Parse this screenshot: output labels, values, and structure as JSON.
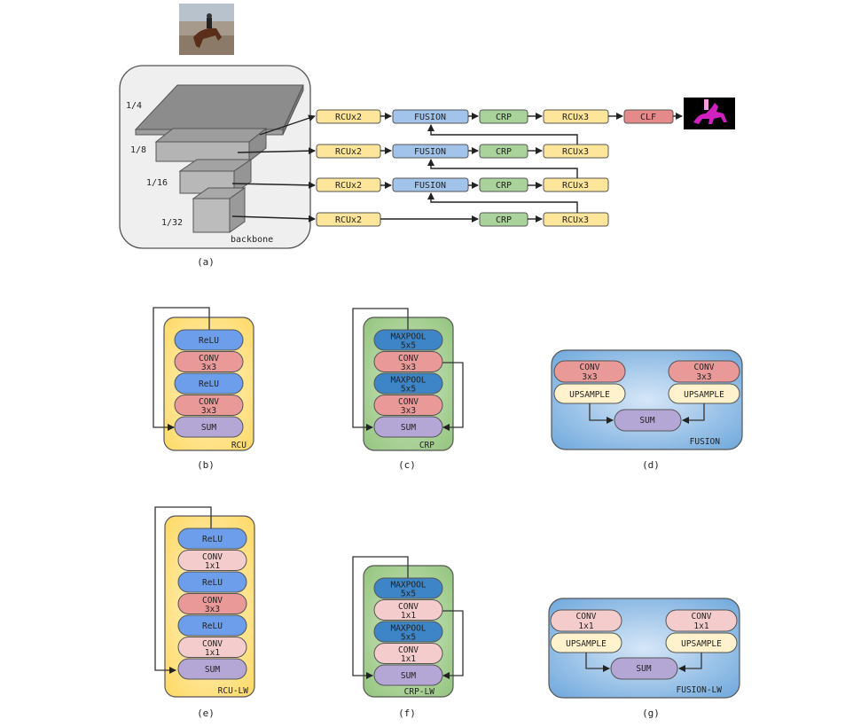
{
  "panel_a": {
    "scales": [
      "1/4",
      "1/8",
      "1/16",
      "1/32"
    ],
    "backbone_label": "backbone",
    "rows": [
      [
        "RCUx2",
        "FUSION",
        "CRP",
        "RCUx3",
        "CLF"
      ],
      [
        "RCUx2",
        "FUSION",
        "CRP",
        "RCUx3"
      ],
      [
        "RCUx2",
        "FUSION",
        "CRP",
        "RCUx3"
      ],
      [
        "RCUx2",
        "CRP",
        "RCUx3"
      ]
    ],
    "caption": "(a)"
  },
  "panel_b": {
    "blocks": [
      {
        "lines": [
          "ReLU"
        ],
        "kind": "relu"
      },
      {
        "lines": [
          "CONV",
          "3x3"
        ],
        "kind": "conv"
      },
      {
        "lines": [
          "ReLU"
        ],
        "kind": "relu"
      },
      {
        "lines": [
          "CONV",
          "3x3"
        ],
        "kind": "conv"
      },
      {
        "lines": [
          "SUM"
        ],
        "kind": "sum"
      }
    ],
    "label": "RCU",
    "caption": "(b)"
  },
  "panel_c": {
    "blocks": [
      {
        "lines": [
          "MAXPOOL",
          "5x5"
        ],
        "kind": "maxpool"
      },
      {
        "lines": [
          "CONV",
          "3x3"
        ],
        "kind": "conv"
      },
      {
        "lines": [
          "MAXPOOL",
          "5x5"
        ],
        "kind": "maxpool"
      },
      {
        "lines": [
          "CONV",
          "3x3"
        ],
        "kind": "conv"
      },
      {
        "lines": [
          "SUM"
        ],
        "kind": "sum"
      }
    ],
    "label": "CRP",
    "caption": "(c)"
  },
  "panel_d": {
    "conv_left": [
      "CONV",
      "3x3"
    ],
    "conv_right": [
      "CONV",
      "3x3"
    ],
    "upsample": "UPSAMPLE",
    "sum": "SUM",
    "label": "FUSION",
    "caption": "(d)"
  },
  "panel_e": {
    "blocks": [
      {
        "lines": [
          "ReLU"
        ],
        "kind": "relu"
      },
      {
        "lines": [
          "CONV",
          "1x1"
        ],
        "kind": "convlight"
      },
      {
        "lines": [
          "ReLU"
        ],
        "kind": "relu"
      },
      {
        "lines": [
          "CONV",
          "3x3"
        ],
        "kind": "conv"
      },
      {
        "lines": [
          "ReLU"
        ],
        "kind": "relu"
      },
      {
        "lines": [
          "CONV",
          "1x1"
        ],
        "kind": "convlight"
      },
      {
        "lines": [
          "SUM"
        ],
        "kind": "sum"
      }
    ],
    "label": "RCU-LW",
    "caption": "(e)"
  },
  "panel_f": {
    "blocks": [
      {
        "lines": [
          "MAXPOOL",
          "5x5"
        ],
        "kind": "maxpool"
      },
      {
        "lines": [
          "CONV",
          "1x1"
        ],
        "kind": "convlight"
      },
      {
        "lines": [
          "MAXPOOL",
          "5x5"
        ],
        "kind": "maxpool"
      },
      {
        "lines": [
          "CONV",
          "1x1"
        ],
        "kind": "convlight"
      },
      {
        "lines": [
          "SUM"
        ],
        "kind": "sum"
      }
    ],
    "label": "CRP-LW",
    "caption": "(f)"
  },
  "panel_g": {
    "conv_left": [
      "CONV",
      "1x1"
    ],
    "conv_right": [
      "CONV",
      "1x1"
    ],
    "upsample": "UPSAMPLE",
    "sum": "SUM",
    "label": "FUSION-LW",
    "caption": "(g)"
  },
  "colors": {
    "rcu": "#fde59a",
    "fusion": "#a3c4ea",
    "crp": "#a9d39a",
    "clf": "#e58a8a",
    "relu": "#6d9eeb",
    "conv": "#ea9999",
    "convlight": "#f4cccc",
    "maxpool": "#3d85c6",
    "sum": "#b4a7d6",
    "upsample": "#fff2cc",
    "rcu_panel": "#ffd966",
    "crp_panel": "#93c47d",
    "fusion_panel": "#6fa8dc"
  }
}
